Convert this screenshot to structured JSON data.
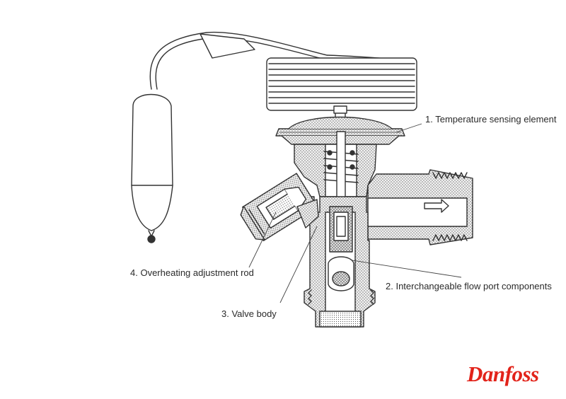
{
  "labels": {
    "temp_sensing": "1. Temperature sensing element",
    "flow_port": "2. Interchangeable flow port components",
    "valve_body": "3. Valve body",
    "overheating_rod": "4. Overheating adjustment rod"
  },
  "brand": {
    "logo_text": "Danfoss",
    "logo_color": "#e2231a"
  },
  "colors": {
    "line": "#333333",
    "fill_dotted": "#cfcfcf",
    "background": "#ffffff"
  }
}
